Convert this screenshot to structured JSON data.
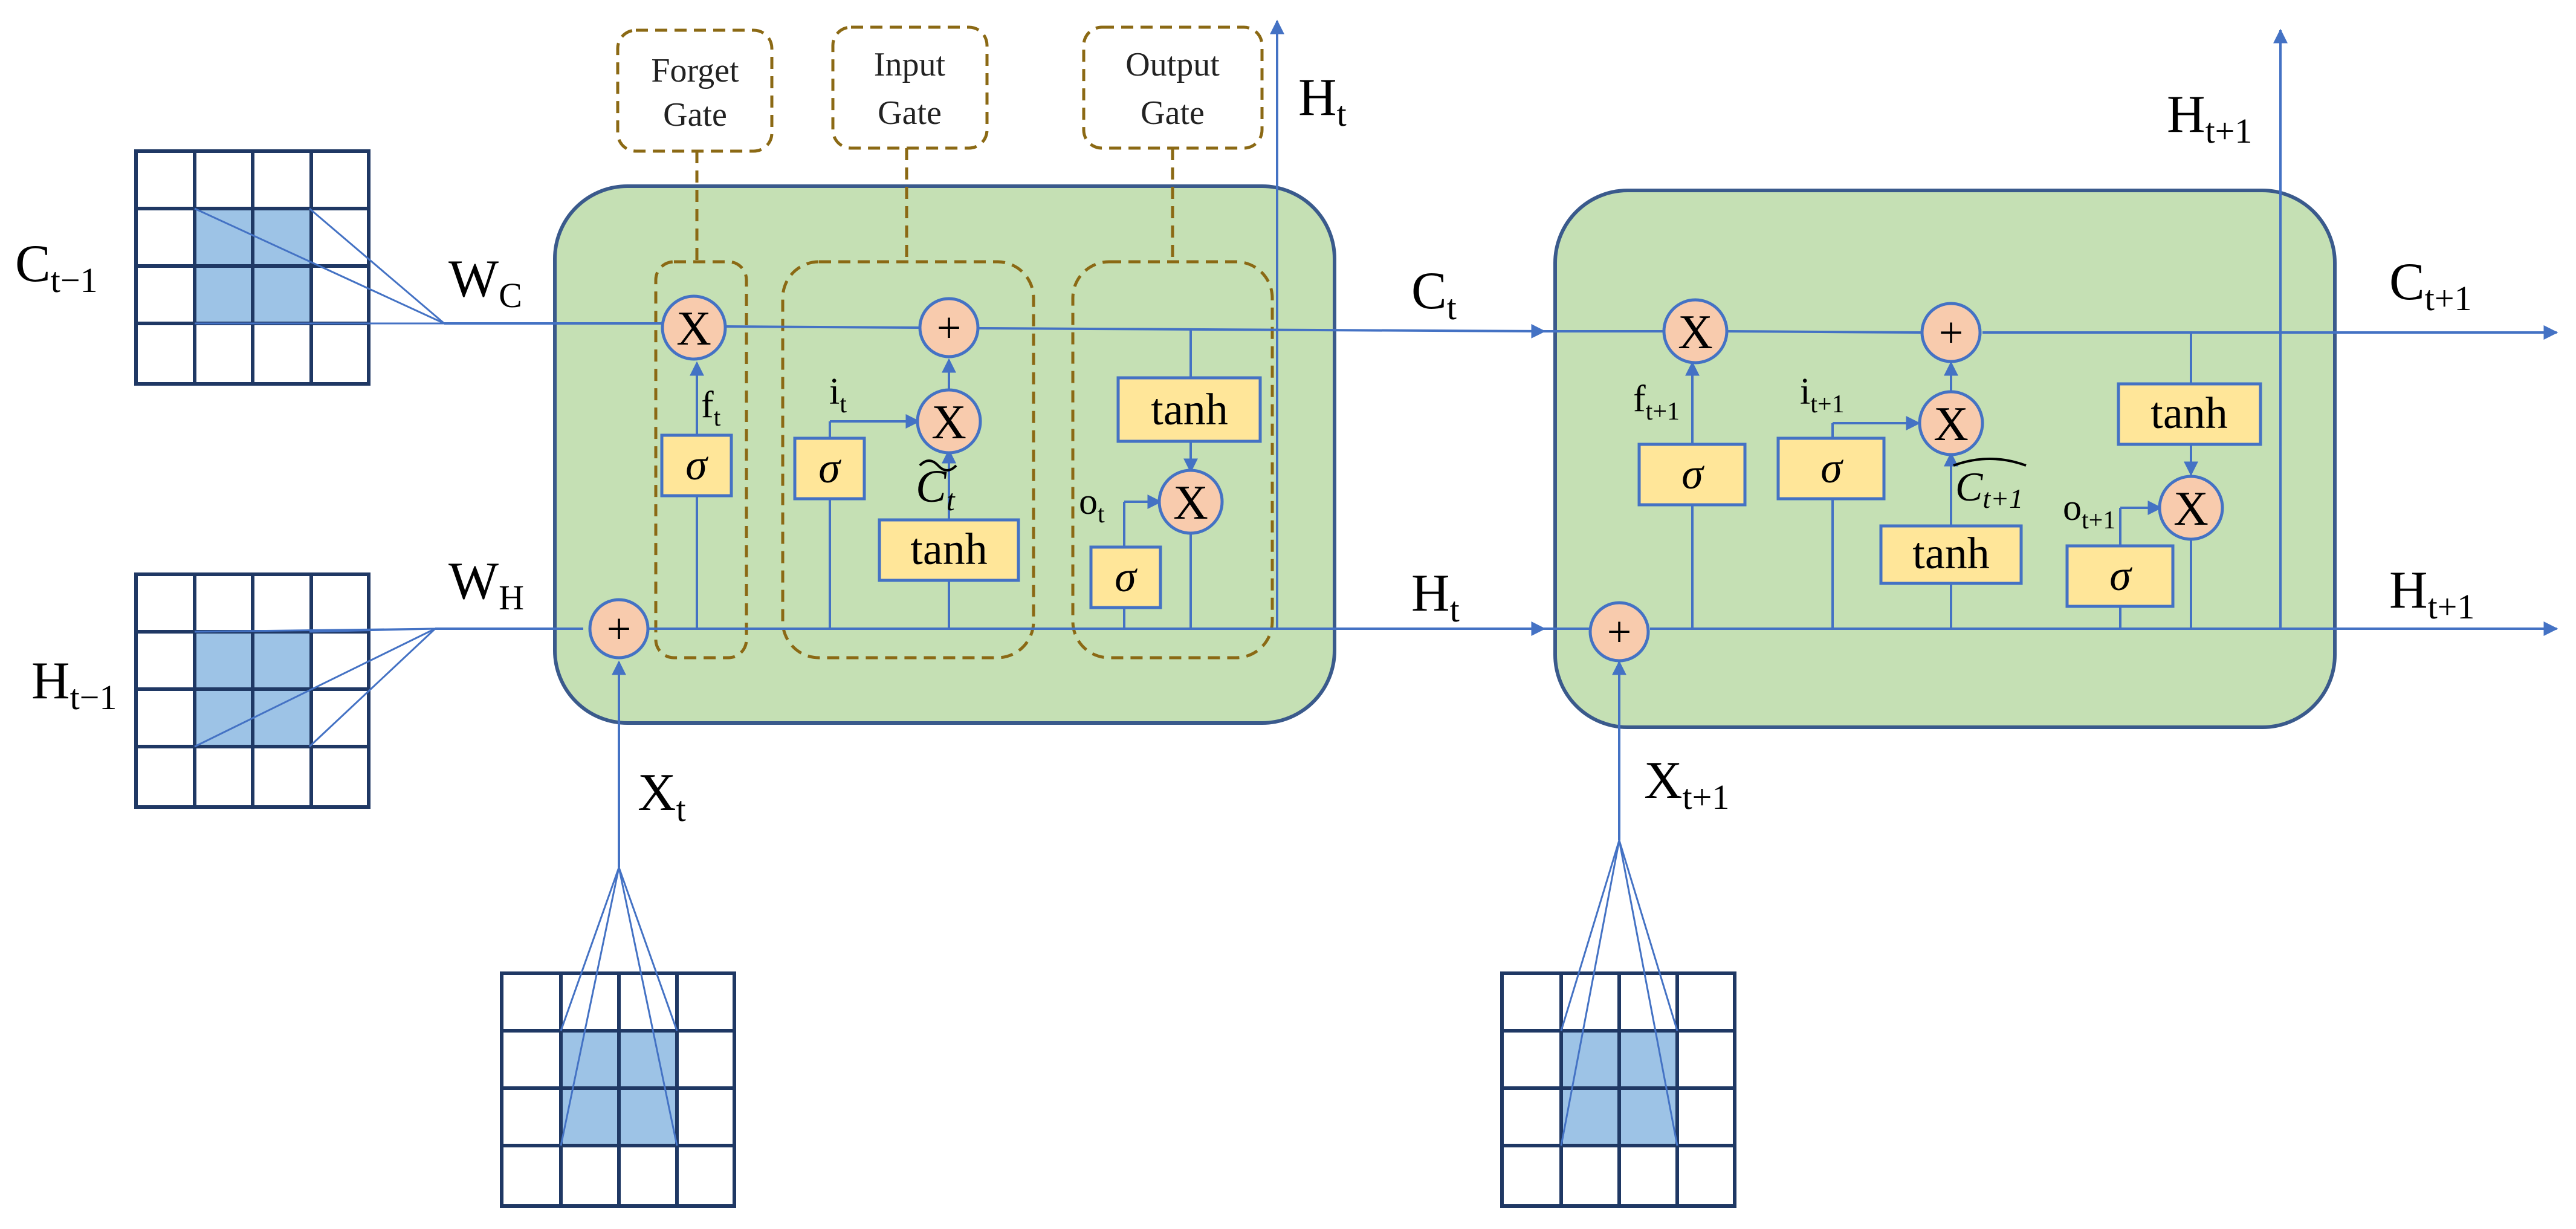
{
  "gates": {
    "forget": [
      "Forget",
      "Gate"
    ],
    "input": [
      "Input",
      "Gate"
    ],
    "output": [
      "Output",
      "Gate"
    ]
  },
  "inputs": {
    "c_prev": [
      "C",
      "t−1"
    ],
    "h_prev": [
      "H",
      "t−1"
    ],
    "w_c": [
      "W",
      "C"
    ],
    "w_h": [
      "W",
      "H"
    ],
    "x_t": [
      "X",
      "t"
    ],
    "x_next": [
      "X",
      "t+1"
    ]
  },
  "cell1": {
    "f": [
      "f",
      "t"
    ],
    "i": [
      "i",
      "t"
    ],
    "o": [
      "o",
      "t"
    ],
    "c_tilde": [
      "C",
      "t"
    ],
    "c_out": [
      "C",
      "t"
    ],
    "h_out": [
      "H",
      "t"
    ],
    "h_up": [
      "H",
      "t"
    ]
  },
  "cell2": {
    "f": [
      "f",
      "t+1"
    ],
    "i": [
      "i",
      "t+1"
    ],
    "o": [
      "o",
      "t+1"
    ],
    "c_tilde": [
      "C",
      "t+1"
    ],
    "c_out": [
      "C",
      "t+1"
    ],
    "h_out": [
      "H",
      "t+1"
    ],
    "h_up": [
      "H",
      "t+1"
    ]
  },
  "symbols": {
    "sigma": "σ",
    "tanh": "tanh",
    "mult": "X",
    "plus": "+"
  },
  "colors": {
    "cell_fill": "#c5e0b4",
    "cell_stroke": "#3a5a8c",
    "line": "#4472c4",
    "op_fill": "#f8cbad",
    "box_fill": "#ffe699",
    "gate_stroke": "#8b6914",
    "grid_stroke": "#1f3864",
    "grid_highlight": "#9dc3e6"
  }
}
